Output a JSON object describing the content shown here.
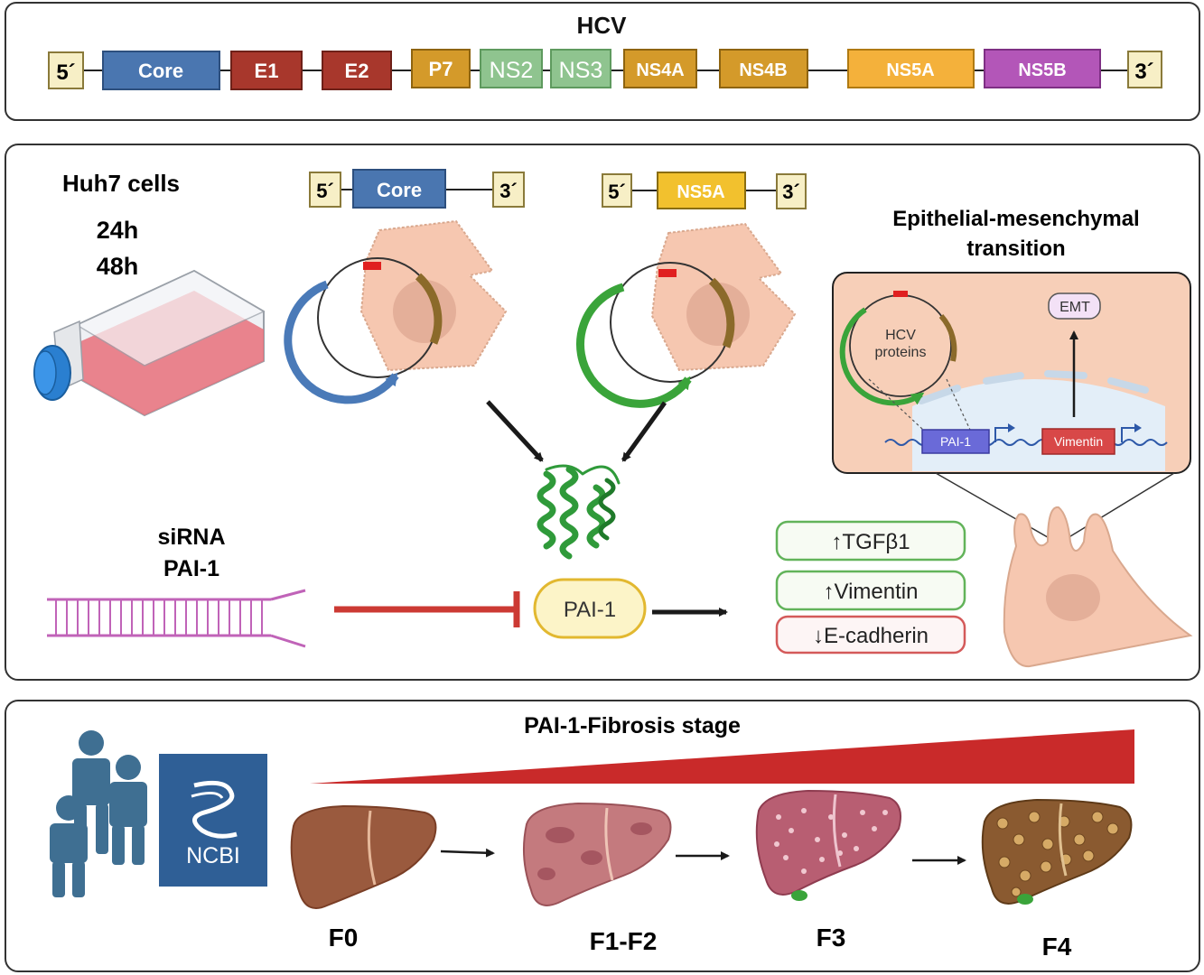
{
  "genome": {
    "title": "HCV",
    "five_prime": "5´",
    "three_prime": "3´",
    "segments": [
      "Core",
      "E1",
      "E2",
      "P7",
      "NS2",
      "NS3",
      "NS4A",
      "NS4B",
      "NS5A",
      "NS5B"
    ]
  },
  "experiment": {
    "cells_label": "Huh7 cells",
    "time_1": "24h",
    "time_2": "48h",
    "construct_core": {
      "five": "5´",
      "gene": "Core",
      "three": "3´"
    },
    "construct_ns5a": {
      "five": "5´",
      "gene": "NS5A",
      "three": "3´"
    },
    "emt_title_line1": "Epithelial-mesenchymal",
    "emt_title_line2": "transition",
    "inset": {
      "plasmid_line1": "HCV",
      "plasmid_line2": "proteins",
      "emt_badge": "EMT",
      "gene_1": "PAI-1",
      "gene_2": "Vimentin"
    },
    "sirna_line1": "siRNA",
    "sirna_line2": "PAI-1",
    "protein_label": "PAI-1",
    "markers": [
      "↑TGFβ1",
      "↑Vimentin",
      "↓E-cadherin"
    ]
  },
  "fibrosis": {
    "title": "PAI-1-Fibrosis stage",
    "database_label": "NCBI",
    "stages": [
      "F0",
      "F1-F2",
      "F3",
      "F4"
    ]
  },
  "colors": {
    "core": "#4a76b0",
    "e1e2": "#a8372c",
    "p7_ns4": "#d49a2a",
    "ns2_ns3": "#8fc48f",
    "ns5a": "#f4b13b",
    "ns5b": "#b356b8",
    "utr": "#f7efc6",
    "inhibit": "#cc3a34",
    "plasmid_green": "#3aa43a",
    "plasmid_blue": "#4a7ab8",
    "ncbi": "#2f5f96"
  }
}
